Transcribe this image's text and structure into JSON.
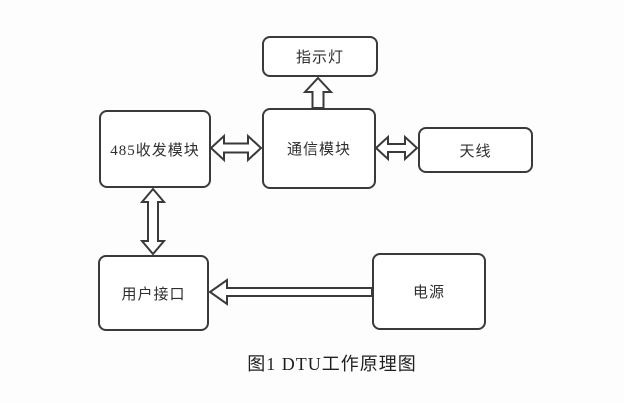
{
  "diagram": {
    "title": "DTU working principle block diagram",
    "caption": "图1 DTU工作原理图",
    "nodes": {
      "indicator": {
        "label": "指示灯"
      },
      "rs485": {
        "label": "485收发模块"
      },
      "comm": {
        "label": "通信模块"
      },
      "antenna": {
        "label": "天线"
      },
      "user_interface": {
        "label": "用户接口"
      },
      "power": {
        "label": "电源"
      }
    },
    "connections": [
      {
        "from": "通信模块",
        "to": "指示灯",
        "style": "hollow-arrow",
        "heads": "single",
        "direction": "up"
      },
      {
        "from": "485收发模块",
        "to": "通信模块",
        "style": "hollow-arrow",
        "heads": "double",
        "direction": "horizontal"
      },
      {
        "from": "通信模块",
        "to": "天线",
        "style": "hollow-arrow",
        "heads": "double",
        "direction": "horizontal"
      },
      {
        "from": "485收发模块",
        "to": "用户接口",
        "style": "hollow-arrow",
        "heads": "double",
        "direction": "vertical"
      },
      {
        "from": "电源",
        "to": "用户接口",
        "style": "hollow-arrow",
        "heads": "single",
        "direction": "left"
      }
    ],
    "colors": {
      "line": "#3a3a3a",
      "box_fill": "#ffffff",
      "background": "#fdfdfd",
      "text": "#2f2f2f"
    }
  }
}
